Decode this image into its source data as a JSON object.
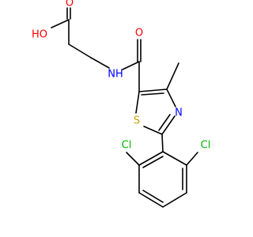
{
  "molecule": {
    "atoms": {
      "hydroxyl": {
        "label": "HO",
        "color": "#ff0000"
      },
      "carboxyl_oxygen": {
        "label": "O",
        "color": "#ff0000"
      },
      "amide_nitrogen": {
        "label": "NH",
        "color": "#0000ff"
      },
      "amide_oxygen": {
        "label": "O",
        "color": "#ff0000"
      },
      "ring_nitrogen": {
        "label": "N",
        "color": "#0000ff"
      },
      "ring_sulfur": {
        "label": "S",
        "color": "#c8a000"
      },
      "chlorine_left": {
        "label": "Cl",
        "color": "#00b400"
      },
      "chlorine_right": {
        "label": "Cl",
        "color": "#00b400"
      }
    },
    "bond_color": "#000000"
  }
}
